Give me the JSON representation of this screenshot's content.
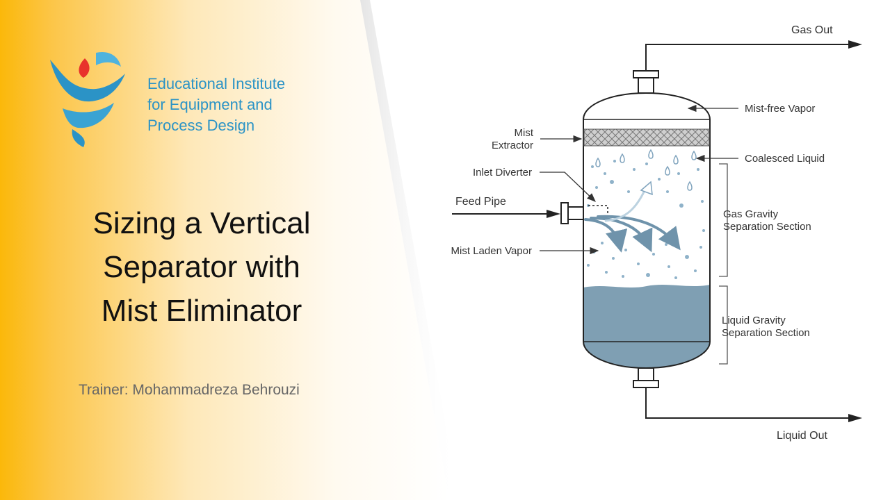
{
  "logo": {
    "org_line1": "Educational Institute",
    "org_line2": "for Equipment and",
    "org_line3": "Process Design"
  },
  "slide": {
    "title_line1": "Sizing a Vertical",
    "title_line2": "Separator with",
    "title_line3": "Mist Eliminator",
    "trainer": "Trainer: Mohammadreza Behrouzi"
  },
  "diagram": {
    "gas_out": "Gas Out",
    "mist_free_vapor": "Mist-free Vapor",
    "mist": "Mist",
    "extractor": "Extractor",
    "coalesced_liquid": "Coalesced Liquid",
    "inlet_diverter": "Inlet Diverter",
    "feed_pipe": "Feed Pipe",
    "gas_gravity_line1": "Gas Gravity",
    "gas_gravity_line2": "Separation Section",
    "mist_laden_vapor": "Mist Laden Vapor",
    "liquid_gravity_line1": "Liquid Gravity",
    "liquid_gravity_line2": "Separation Section",
    "liquid_out": "Liquid Out"
  },
  "colors": {
    "accent_orange": "#fbb80a",
    "logo_blue": "#2b93c6",
    "logo_red": "#e8322b",
    "liquid": "#7f9fb3",
    "droplet": "#8fb2c9"
  }
}
